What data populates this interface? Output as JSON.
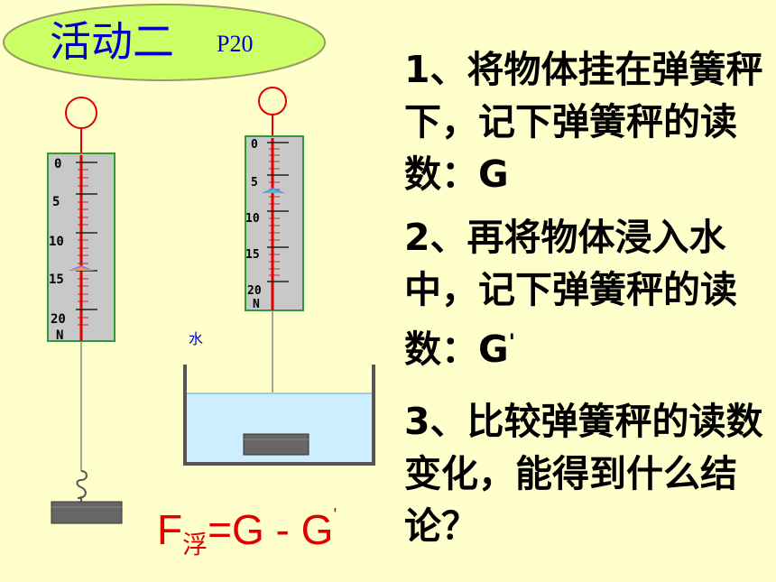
{
  "title": {
    "main": "活动二",
    "page": "P20"
  },
  "steps": [
    {
      "text": "1、将物体挂在弹簧秤下，记下弹簧秤的读数：G"
    },
    {
      "text": "2、再将物体浸入水中，记下弹簧秤的读数：G"
    },
    {
      "text": "3、比较弹簧秤的读数变化，能得到什么结论？"
    }
  ],
  "step2_prime": "'",
  "water_label": "水",
  "formula": {
    "F": "F",
    "sub": "浮",
    "rest": "=G - G",
    "prime": "'"
  },
  "scale_left": {
    "ticks": [
      "0",
      "5",
      "10",
      "15",
      "20"
    ],
    "unit": "N"
  },
  "scale_right": {
    "ticks": [
      "0",
      "5",
      "10",
      "15",
      "20"
    ],
    "unit": "N"
  }
}
